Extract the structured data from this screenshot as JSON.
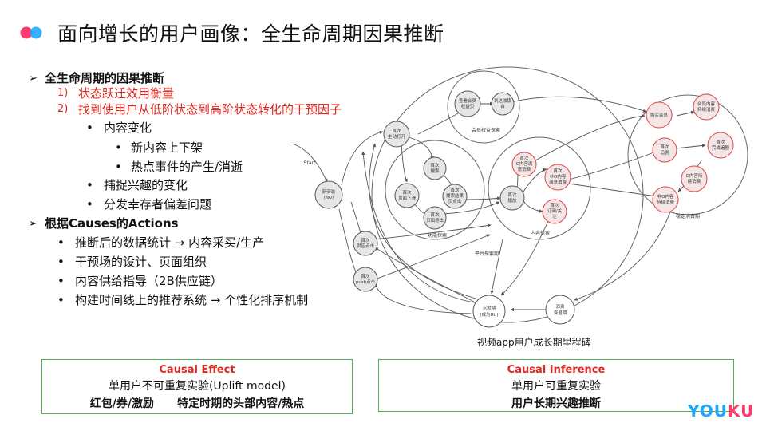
{
  "title": "面向增长的用户画像：全生命周期因果推断",
  "bullets": {
    "s1_heading": "全生命周期的因果推断",
    "s1_item1_num": "1)",
    "s1_item1": "状态跃迁效用衡量",
    "s1_item2_num": "2)",
    "s1_item2": "找到使用户从低阶状态到高阶状态转化的干预因子",
    "content_change": "内容变化",
    "content_updown": "新内容上下架",
    "hot_events": "热点事件的产生/消逝",
    "capture_interest": "捕捉兴趣的变化",
    "survivor_bias": "分发幸存者偏差问题",
    "s2_heading": "根据Causes的Actions",
    "s2_item1": "推断后的数据统计 → 内容采买/生产",
    "s2_item2": "干预场的设计、页面组织",
    "s2_item3": "内容供给指导（2B供应链）",
    "s2_item4": "构建时间线上的推荐系统 → 个性化排序机制"
  },
  "diagram": {
    "caption": "视频app用户成长期里程碑",
    "start": "Start",
    "nodes": {
      "new_install": [
        "新安装",
        "(NU)"
      ],
      "first_open": [
        "首次",
        "主动打开"
      ],
      "first_search": [
        "首次",
        "搜索"
      ],
      "first_page_down": [
        "首次",
        "页面下滑"
      ],
      "first_search_click": [
        "首次",
        "搜索结果",
        "页点击"
      ],
      "first_page_click": [
        "首次",
        "页面点击"
      ],
      "first_play": [
        "首次",
        "播放"
      ],
      "first_view_member": [
        "查看会员",
        "权益页"
      ],
      "first_cashier": [
        "到达收银",
        "台"
      ],
      "first_o_full": [
        "首次",
        "O内容满",
        "意消费"
      ],
      "first_non_o": [
        "首次",
        "非O内容",
        "满意消费"
      ],
      "first_subscribe": [
        "首次",
        "订阅/关",
        "注"
      ],
      "first_push_return": [
        "首次",
        "供应点击"
      ],
      "first_push_click": [
        "首次",
        "push点击"
      ],
      "buy_member": [
        "购买会员"
      ],
      "member_continue": [
        "会员内容",
        "持续消费"
      ],
      "first_chase": [
        "首次",
        "追剧"
      ],
      "first_complete_chase": [
        "首次",
        "完成追剧"
      ],
      "o_continue": [
        "O内容持",
        "续消费"
      ],
      "non_o_continue": [
        "非O内容",
        "持续消费"
      ],
      "dormant": [
        "沉默期",
        "(成为RU)"
      ],
      "decline": [
        "消费",
        "衰退期"
      ]
    },
    "region_labels": {
      "member": "会员权益探索",
      "function": "功能探索",
      "content": "内容探索",
      "platform": "平台探索期",
      "stable": "稳定消费期"
    }
  },
  "boxes": {
    "left": {
      "heading": "Causal Effect",
      "line1": "单用户不可重复实验(Uplift model)",
      "line2": "红包/券/激励      特定时期的头部内容/热点"
    },
    "right": {
      "heading": "Causal Inference",
      "line1": "单用户可重复实验",
      "line2": "用户长期兴趣推断"
    }
  },
  "brand": {
    "y1": "YOU",
    "y2": "KU"
  },
  "colors": {
    "accent_red": "#e0271f",
    "box_border": "#4caf50",
    "node_red": "#e04040"
  }
}
